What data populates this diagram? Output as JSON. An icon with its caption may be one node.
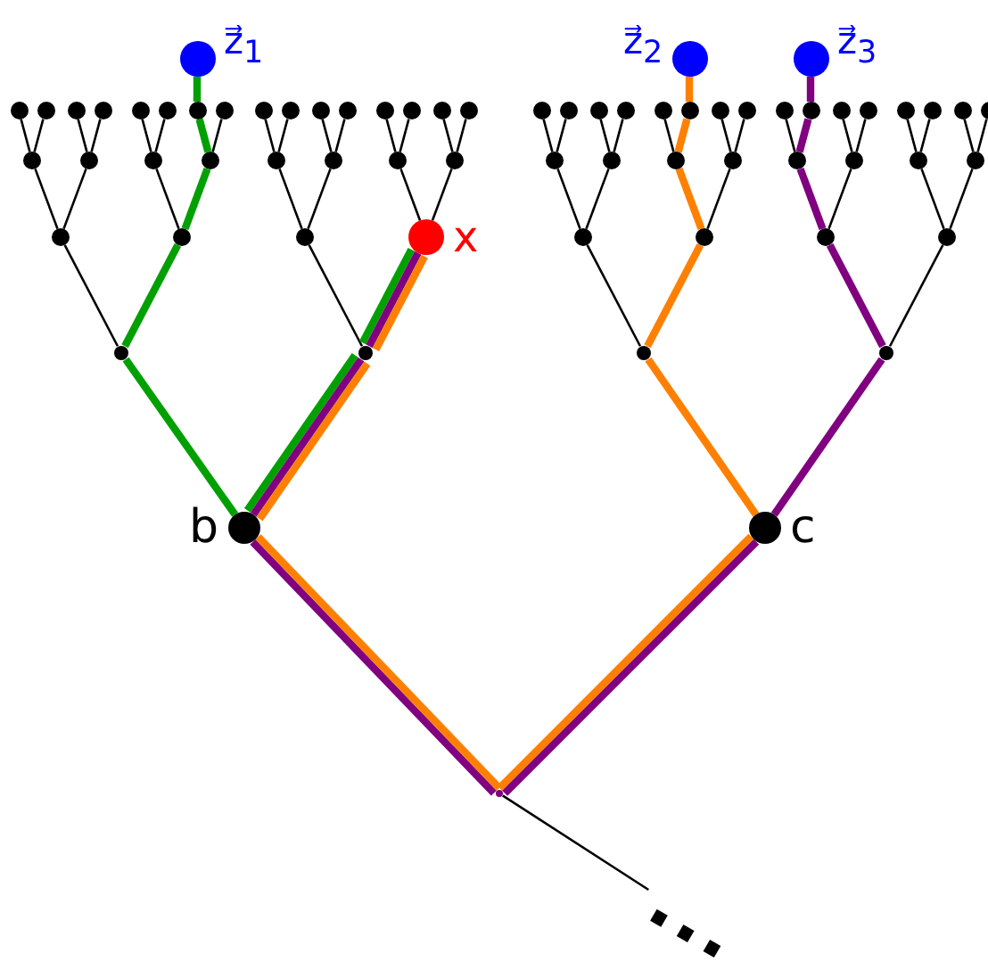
{
  "diagram": {
    "nodes": [
      {
        "text": [
          "z⃗$_{1}$"
        ]
      },
      {
        "text": [
          "z⃗$_{2}$"
        ]
      },
      {
        "text": [
          "z⃗$_{3}$"
        ]
      },
      {
        "text": [],
        "shape": "circle"
      },
      {
        "text": [],
        "shape": "circle"
      },
      {
        "text": [],
        "shape": "circle"
      },
      {
        "text": [],
        "shape": "circle"
      },
      {
        "text": [],
        "shape": "circle"
      },
      {
        "text": [],
        "shape": "circle"
      },
      {
        "text": [],
        "shape": "circle"
      },
      {
        "text": [],
        "shape": "circle"
      },
      {
        "text": [],
        "shape": "circle"
      },
      {
        "text": [],
        "shape": "circle"
      },
      {
        "text": [],
        "shape": "circle"
      },
      {
        "text": [],
        "shape": "circle"
      },
      {
        "text": [],
        "shape": "circle"
      },
      {
        "text": [],
        "shape": "circle"
      },
      {
        "text": [],
        "shape": "circle"
      },
      {
        "text": [],
        "shape": "circle"
      },
      {
        "text": [],
        "shape": "circle"
      },
      {
        "text": [],
        "shape": "circle"
      },
      {
        "text": [],
        "shape": "circle"
      },
      {
        "text": [],
        "shape": "circle"
      },
      {
        "text": [],
        "shape": "circle"
      },
      {
        "text": [],
        "shape": "circle"
      },
      {
        "text": [],
        "shape": "circle"
      },
      {
        "text": [],
        "shape": "circle"
      },
      {
        "text": [],
        "shape": "circle"
      },
      {
        "text": [],
        "shape": "circle"
      },
      {
        "text": [],
        "shape": "circle"
      },
      {
        "text": [],
        "shape": "circle"
      },
      {
        "text": [],
        "shape": "circle"
      },
      {
        "text": [],
        "shape": "circle"
      },
      {
        "text": [],
        "shape": "circle"
      },
      {
        "text": [],
        "shape": "circle"
      },
      {
        "text": [],
        "shape": "circle"
      },
      {
        "text": [],
        "shape": "circle"
      },
      {
        "text": [],
        "shape": "circle"
      },
      {
        "text": [],
        "shape": "circle"
      },
      {
        "text": [],
        "shape": "circle"
      },
      {
        "text": [],
        "shape": "circle"
      },
      {
        "text": [],
        "shape": "circle"
      },
      {
        "text": [],
        "shape": "circle"
      },
      {
        "text": [],
        "shape": "circle"
      },
      {
        "text": [],
        "shape": "circle"
      },
      {
        "text": [],
        "shape": "circle"
      },
      {
        "text": [],
        "shape": "circle"
      },
      {
        "text": [],
        "shape": "circle"
      },
      {
        "text": [],
        "shape": "circle"
      },
      {
        "text": [],
        "shape": "circle"
      },
      {
        "text": [],
        "shape": "circle"
      },
      {
        "text": [],
        "shape": "circle"
      },
      {
        "text": [],
        "shape": "circle"
      },
      {
        "text": [],
        "shape": "circle"
      },
      {
        "text": [
          "x"
        ]
      },
      {
        "text": [],
        "shape": "circle"
      },
      {
        "text": [],
        "shape": "circle"
      },
      {
        "text": [],
        "shape": "circle"
      },
      {
        "text": [],
        "shape": "circle"
      },
      {
        "text": [],
        "shape": "circle"
      },
      {
        "text": [],
        "shape": "circle"
      },
      {
        "text": [],
        "shape": "circle"
      },
      {
        "text": [],
        "shape": "circle"
      },
      {
        "text": [
          "b"
        ]
      },
      {
        "text": [
          "c"
        ]
      },
      {
        "text": [],
        "shape": "point"
      },
      {
        "text": [
          "..."
        ]
      }
    ],
    "edges": [
      {
        "from": 35,
        "to": 3,
        "arrow": "none"
      },
      {
        "from": 35,
        "to": 4,
        "arrow": "none"
      },
      {
        "from": 36,
        "to": 5,
        "arrow": "none"
      },
      {
        "from": 36,
        "to": 6,
        "arrow": "none"
      },
      {
        "from": 37,
        "to": 7,
        "arrow": "none"
      },
      {
        "from": 37,
        "to": 8,
        "arrow": "none"
      },
      {
        "from": 38,
        "to": 9,
        "arrow": "none",
        "style": "thick",
        "color": "#00a000"
      },
      {
        "from": 38,
        "to": 10,
        "arrow": "none"
      },
      {
        "from": 39,
        "to": 11,
        "arrow": "none"
      },
      {
        "from": 39,
        "to": 12,
        "arrow": "none"
      },
      {
        "from": 40,
        "to": 13,
        "arrow": "none"
      },
      {
        "from": 40,
        "to": 14,
        "arrow": "none"
      },
      {
        "from": 41,
        "to": 15,
        "arrow": "none"
      },
      {
        "from": 41,
        "to": 16,
        "arrow": "none"
      },
      {
        "from": 42,
        "to": 17,
        "arrow": "none"
      },
      {
        "from": 42,
        "to": 18,
        "arrow": "none"
      },
      {
        "from": 43,
        "to": 19,
        "arrow": "none"
      },
      {
        "from": 43,
        "to": 20,
        "arrow": "none"
      },
      {
        "from": 44,
        "to": 21,
        "arrow": "none"
      },
      {
        "from": 44,
        "to": 22,
        "arrow": "none"
      },
      {
        "from": 45,
        "to": 23,
        "arrow": "none"
      },
      {
        "from": 45,
        "to": 24,
        "arrow": "none",
        "style": "thick",
        "color": "#ff8000"
      },
      {
        "from": 46,
        "to": 25,
        "arrow": "none"
      },
      {
        "from": 46,
        "to": 26,
        "arrow": "none"
      },
      {
        "from": 47,
        "to": 27,
        "arrow": "none"
      },
      {
        "from": 47,
        "to": 28,
        "arrow": "none",
        "style": "thick",
        "color": "#800080"
      },
      {
        "from": 48,
        "to": 29,
        "arrow": "none"
      },
      {
        "from": 48,
        "to": 30,
        "arrow": "none"
      },
      {
        "from": 49,
        "to": 31,
        "arrow": "none"
      },
      {
        "from": 49,
        "to": 32,
        "arrow": "none"
      },
      {
        "from": 50,
        "to": 33,
        "arrow": "none"
      },
      {
        "from": 50,
        "to": 34,
        "arrow": "none"
      },
      {
        "from": 51,
        "to": 35,
        "arrow": "none"
      },
      {
        "from": 51,
        "to": 36,
        "arrow": "none"
      },
      {
        "from": 52,
        "to": 37,
        "arrow": "none"
      },
      {
        "from": 52,
        "to": 38,
        "arrow": "none",
        "style": "thick",
        "color": "#00a000"
      },
      {
        "from": 53,
        "to": 39,
        "arrow": "none"
      },
      {
        "from": 53,
        "to": 40,
        "arrow": "none"
      },
      {
        "from": 54,
        "to": 41,
        "arrow": "none"
      },
      {
        "from": 54,
        "to": 42,
        "arrow": "none"
      },
      {
        "from": 55,
        "to": 43,
        "arrow": "none"
      },
      {
        "from": 55,
        "to": 44,
        "arrow": "none"
      },
      {
        "from": 56,
        "to": 45,
        "arrow": "none",
        "style": "thick",
        "color": "#ff8000"
      },
      {
        "from": 56,
        "to": 46,
        "arrow": "none"
      },
      {
        "from": 57,
        "to": 47,
        "arrow": "none",
        "style": "thick",
        "color": "#800080"
      },
      {
        "from": 57,
        "to": 48,
        "arrow": "none"
      },
      {
        "from": 58,
        "to": 49,
        "arrow": "none"
      },
      {
        "from": 58,
        "to": 50,
        "arrow": "none"
      },
      {
        "from": 59,
        "to": 51,
        "arrow": "none"
      },
      {
        "from": 59,
        "to": 52,
        "arrow": "none",
        "style": "thick",
        "color": "#00a000"
      },
      {
        "from": 60,
        "to": 53,
        "arrow": "none"
      },
      {
        "from": 60,
        "to": 54,
        "arrow": "none",
        "style": "thick",
        "color": "#00a000"
      },
      {
        "from": 60,
        "to": 54,
        "arrow": "none",
        "style": "thick",
        "color": "#800080"
      },
      {
        "from": 60,
        "to": 54,
        "arrow": "none",
        "style": "thick",
        "color": "#ff8000"
      },
      {
        "from": 61,
        "to": 55,
        "arrow": "none"
      },
      {
        "from": 61,
        "to": 56,
        "arrow": "none",
        "style": "thick",
        "color": "#ff8000"
      },
      {
        "from": 62,
        "to": 57,
        "arrow": "none",
        "style": "thick",
        "color": "#800080"
      },
      {
        "from": 62,
        "to": 58,
        "arrow": "none"
      },
      {
        "from": 63,
        "to": 59,
        "arrow": "none",
        "style": "thick",
        "color": "#00a000"
      },
      {
        "from": 63,
        "to": 60,
        "arrow": "none",
        "style": "thick",
        "color": "#00a000"
      },
      {
        "from": 63,
        "to": 60,
        "arrow": "none",
        "style": "thick",
        "color": "#800080"
      },
      {
        "from": 63,
        "to": 60,
        "arrow": "none",
        "style": "thick",
        "color": "#ff8000"
      },
      {
        "from": 64,
        "to": 61,
        "arrow": "none",
        "style": "thick",
        "color": "#ff8000"
      },
      {
        "from": 64,
        "to": 62,
        "arrow": "none",
        "style": "thick",
        "color": "#800080"
      },
      {
        "from": 65,
        "to": 63,
        "arrow": "none",
        "style": "thick",
        "color": "#800080"
      },
      {
        "from": 65,
        "to": 63,
        "arrow": "none",
        "style": "thick",
        "color": "#ff8000"
      },
      {
        "from": 65,
        "to": 64,
        "arrow": "none",
        "style": "thick",
        "color": "#ff8000"
      },
      {
        "from": 65,
        "to": 64,
        "arrow": "none",
        "style": "thick",
        "color": "#800080"
      },
      {
        "from": 65,
        "to": 66,
        "arrow": "none"
      },
      {
        "from": 9,
        "to": 0,
        "arrow": "none",
        "style": "thick",
        "color": "#00a000"
      },
      {
        "from": 24,
        "to": 1,
        "arrow": "none",
        "style": "thick",
        "color": "#ff8000"
      },
      {
        "from": 28,
        "to": 2,
        "arrow": "none",
        "style": "thick",
        "color": "#800080"
      }
    ]
  }
}
